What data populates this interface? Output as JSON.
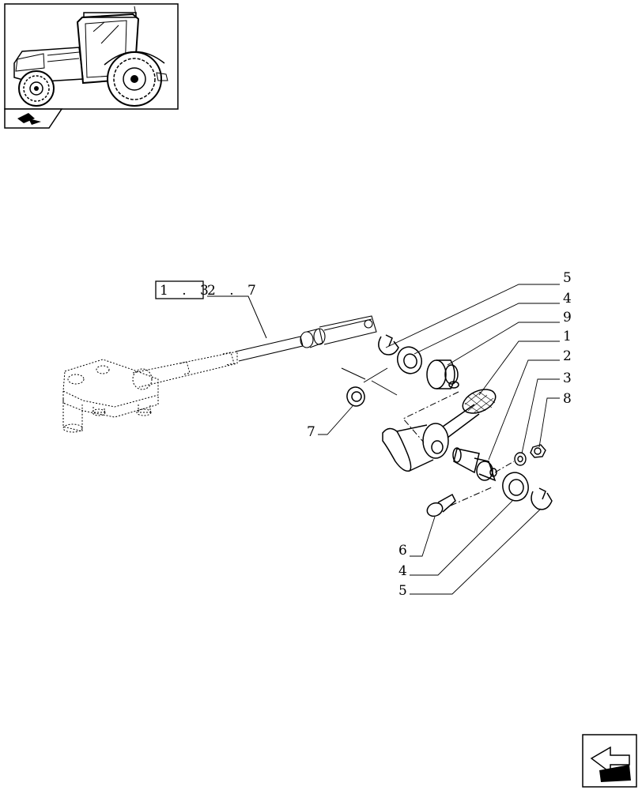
{
  "reference": {
    "box_text": "1 . 3",
    "suffix_text": "2 . 7"
  },
  "callouts": {
    "c5a": "5",
    "c4a": "4",
    "c9": "9",
    "c1": "1",
    "c2": "2",
    "c3": "3",
    "c8": "8",
    "c7": "7",
    "c6": "6",
    "c4b": "4",
    "c5b": "5"
  }
}
